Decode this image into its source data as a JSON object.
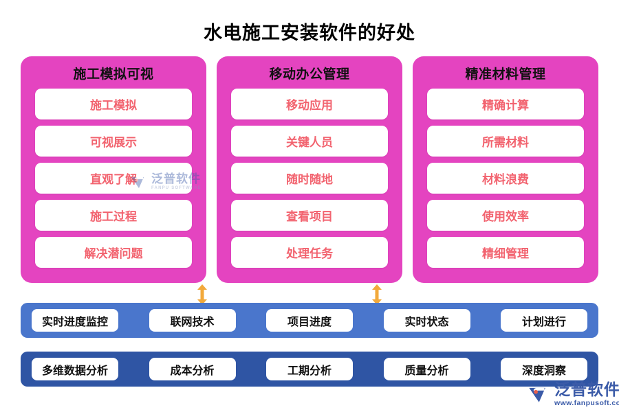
{
  "title": "水电施工安装软件的好处",
  "colors": {
    "pink_panel": "#E444C0",
    "pill_text": "#F2636F",
    "blue_bar_top": "#4A76CC",
    "blue_bar_bottom": "#2F55A4",
    "arrow": "#F2A93B",
    "title_text": "#000000"
  },
  "columns": [
    {
      "title": "施工模拟可视",
      "items": [
        "施工模拟",
        "可视展示",
        "直观了解",
        "施工过程",
        "解决潜问题"
      ]
    },
    {
      "title": "移动办公管理",
      "items": [
        "移动应用",
        "关键人员",
        "随时随地",
        "查看项目",
        "处理任务"
      ]
    },
    {
      "title": "精准材料管理",
      "items": [
        "精确计算",
        "所需材料",
        "材料浪费",
        "使用效率",
        "精细管理"
      ]
    }
  ],
  "bars": [
    {
      "items": [
        "实时进度监控",
        "联网技术",
        "项目进度",
        "实时状态",
        "计划进行"
      ]
    },
    {
      "items": [
        "多维数据分析",
        "成本分析",
        "工期分析",
        "质量分析",
        "深度洞察"
      ]
    }
  ],
  "watermark": {
    "cn": "泛普软件",
    "en_small": "FANPU SOFTWARE",
    "en_url": "www.fanpusoft.com"
  }
}
